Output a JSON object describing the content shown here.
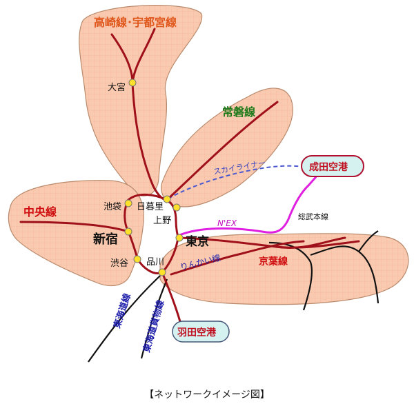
{
  "caption": "【ネットワークイメージ図】",
  "regions": {
    "takasaki": "高崎線･宇都宮線",
    "joban": "常磐線",
    "chuo": "中央線",
    "keiyo": "京葉線"
  },
  "stations": {
    "omiya": "大宮",
    "ikebukuro": "池袋",
    "nippori": "日暮里",
    "ueno": "上野",
    "shinjuku": "新宿",
    "tokyo": "東京",
    "shibuya": "渋谷",
    "shinagawa": "品川"
  },
  "airports": {
    "narita": "成田空港",
    "haneda": "羽田空港"
  },
  "lines": {
    "skyliner": "スカイライナー",
    "nex": "N'EX",
    "sobu": "総武本線",
    "rinkai": "りんかい線",
    "tokaido": "東海道線",
    "tokaido_freight": "東海道貨物線"
  },
  "colors": {
    "region_fill": "#f9c9b0",
    "region_stroke": "#b98a6c",
    "rail_red": "#a0101a",
    "rail_black": "#111111",
    "nex_magenta": "#e020e0",
    "skyliner_blue": "#4a58d0",
    "station_yellow": "#ffe02a",
    "airport_fill": "#d6f2f0",
    "label_orange": "#e0561b",
    "label_green": "#1f7a1a",
    "label_red": "#d01010",
    "label_blue": "#1d1daa"
  }
}
